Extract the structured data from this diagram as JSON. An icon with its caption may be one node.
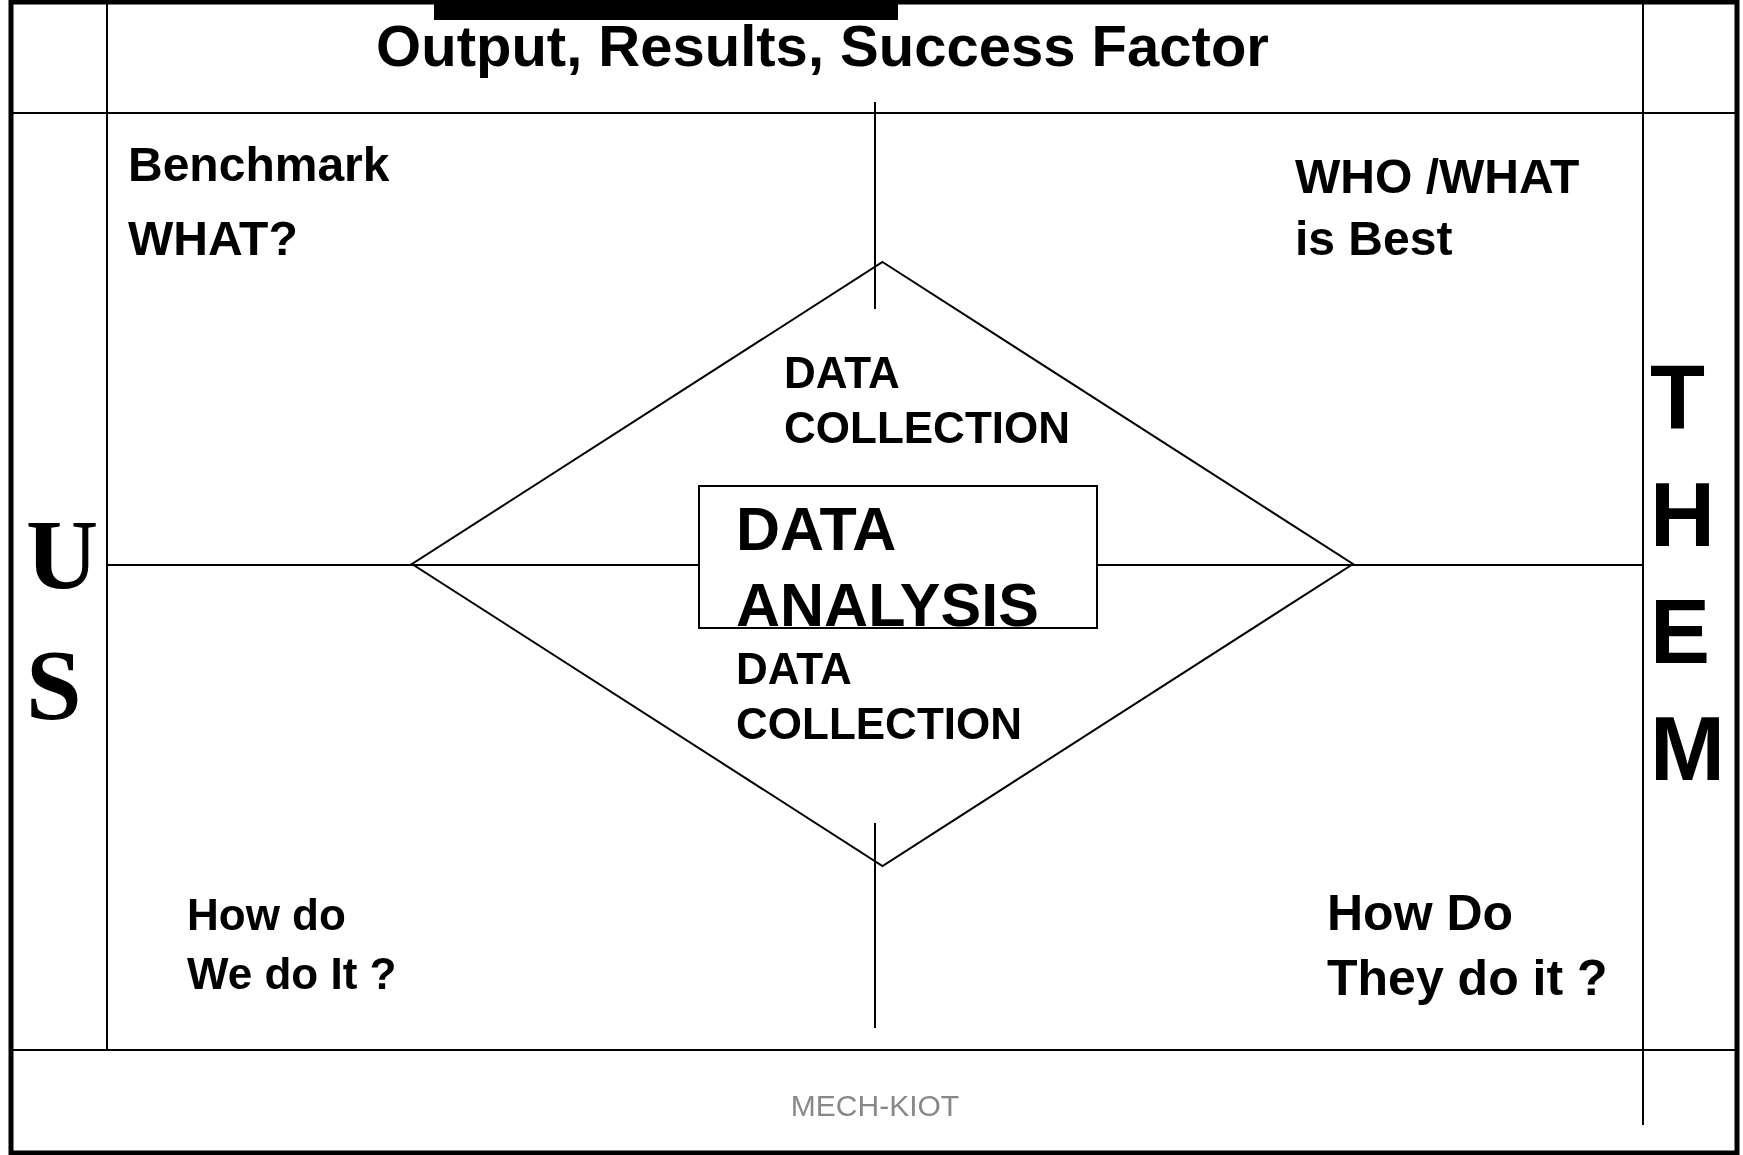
{
  "diagram": {
    "title": "Output, Results, Success Factor",
    "nodes": [
      {
        "text": [
          "DATA COLLECTION",
          "DATA COLLECTION"
        ]
      },
      {
        "text": [
          "DATA ANALYSIS"
        ],
        "in": 0
      }
    ],
    "labels": [
      "Benchmark WHAT?",
      "WHO /WHAT is Best",
      "U S",
      "T H E M",
      "How do We do It ?",
      "How Do They do it ?",
      "MECH-KIOT"
    ]
  }
}
